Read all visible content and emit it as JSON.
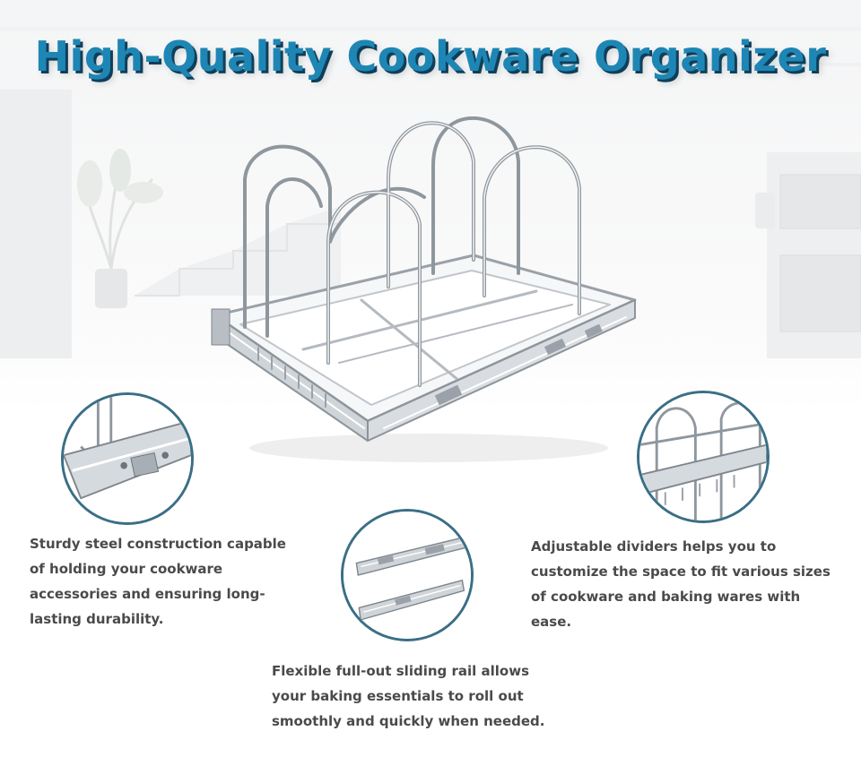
{
  "title": "High-Quality Cookware Organizer",
  "features": {
    "construction": "Sturdy steel construction capable of holding your cookware accessories and ensuring long-lasting durability.",
    "dividers": "Adjustable dividers helps you to customize the space to fit various sizes of cookware and baking wares with ease.",
    "rail": "Flexible full-out sliding rail allows your baking essentials to roll out smoothly and quickly when needed."
  },
  "colors": {
    "title": "#1e86b4",
    "title_shadow": "#0e3f5a",
    "circle_border": "#3a6f86",
    "text": "#4a4a4a"
  }
}
